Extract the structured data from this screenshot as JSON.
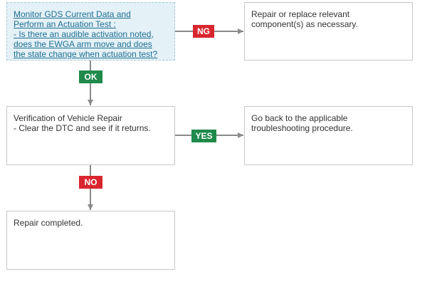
{
  "steps": {
    "step1": {
      "title_line1": "Monitor GDS Current Data and",
      "title_line2": "Perform an Actuation Test :",
      "question_line1": "- Is there an audible activation noted,",
      "question_line2": "does the EWGA arm move and does",
      "question_line3": "the state change when actuation test?"
    },
    "repair_replace": {
      "line1": "Repair or replace relevant",
      "line2": "component(s) as necessary."
    },
    "verification": {
      "line1": "Verification of Vehicle Repair",
      "line2": "- Clear the DTC and see if it returns."
    },
    "go_back": {
      "line1": "Go back to the applicable",
      "line2": "troubleshooting procedure."
    },
    "repair_completed": {
      "line1": "Repair completed."
    }
  },
  "labels": {
    "ng": "NG",
    "ok": "OK",
    "yes": "YES",
    "no": "NO"
  },
  "colors": {
    "ng_badge": "#d9262e",
    "ok_badge": "#1f8a4c",
    "yes_badge": "#1f8a4c",
    "no_badge": "#d9262e",
    "arrow": "#8a8a8a",
    "highlight_fill": "#e4f1f7",
    "link_text": "#1f6f93"
  }
}
